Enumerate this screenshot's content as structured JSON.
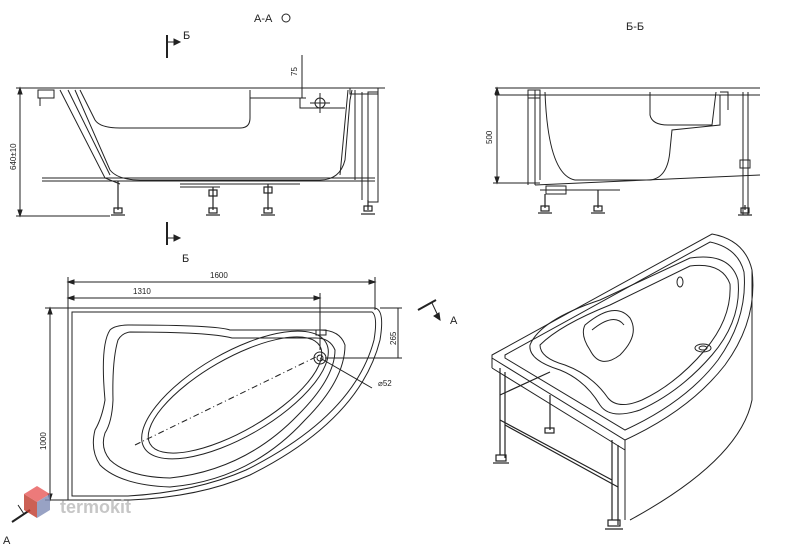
{
  "section_labels": {
    "aa": "А-А",
    "bb": "Б-Б",
    "cut_b_top": "Б",
    "cut_b_bottom": "Б",
    "cut_a_right": "А",
    "cut_a_left": "А"
  },
  "dimensions": {
    "height_total": "640±10",
    "panel_offset": "75",
    "height_bb": "500",
    "length_total": "1600",
    "length_drain": "1310",
    "width_total": "1000",
    "drain_offset": "265",
    "drain_diameter": "⌀52"
  },
  "logo": {
    "text": "termokit",
    "colors": {
      "cube_top": "#e85a5a",
      "cube_left": "#c0392b",
      "cube_right": "#7f8cb6",
      "text": "#b9b9b9"
    }
  }
}
